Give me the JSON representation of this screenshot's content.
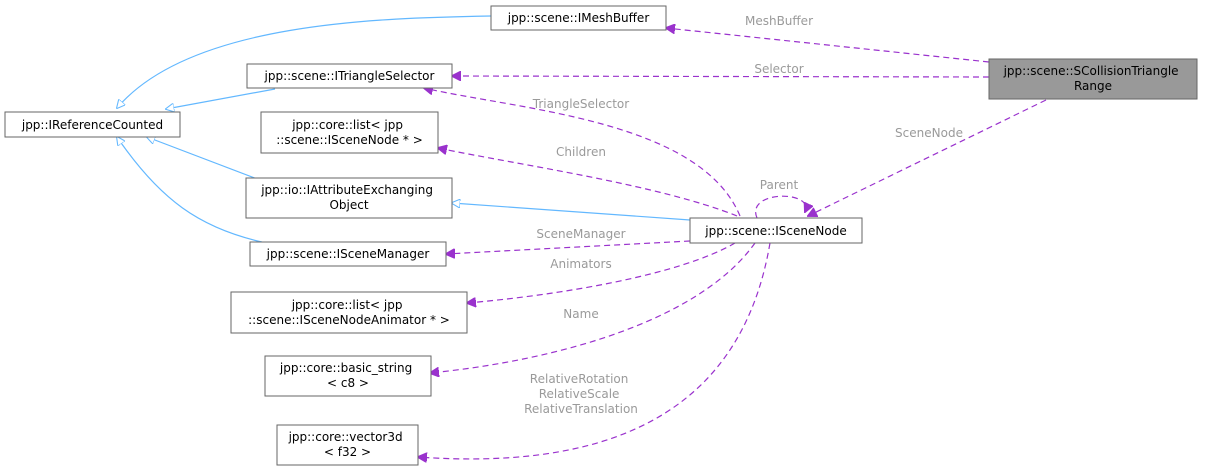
{
  "nodes": {
    "imeshbuffer": [
      "jpp::scene::IMeshBuffer"
    ],
    "itriangleselector": [
      "jpp::scene::ITriangleSelector"
    ],
    "ireferencecounted": [
      "jpp::IReferenceCounted"
    ],
    "list_iscenenode": [
      "jpp::core::list< jpp",
      "::scene::ISceneNode * >"
    ],
    "iattributeexchanging": [
      "jpp::io::IAttributeExchanging",
      "Object"
    ],
    "iscenemanager": [
      "jpp::scene::ISceneManager"
    ],
    "list_animator": [
      "jpp::core::list< jpp",
      "::scene::ISceneNodeAnimator * >"
    ],
    "basic_string": [
      "jpp::core::basic_string",
      "< c8 >"
    ],
    "vector3d": [
      "jpp::core::vector3d",
      "< f32 >"
    ],
    "iscenenode": [
      "jpp::scene::ISceneNode"
    ],
    "scollision": [
      "jpp::scene::SCollisionTriangle",
      "Range"
    ]
  },
  "edge_labels": {
    "meshbuffer": [
      "MeshBuffer"
    ],
    "selector": [
      "Selector"
    ],
    "triangleselector": [
      "TriangleSelector"
    ],
    "children": [
      "Children"
    ],
    "parent": [
      "Parent"
    ],
    "scenenode": [
      "SceneNode"
    ],
    "scenemanager": [
      "SceneManager"
    ],
    "animators": [
      "Animators"
    ],
    "name": [
      "Name"
    ],
    "relative": [
      "RelativeRotation",
      "RelativeScale",
      "RelativeTranslation"
    ]
  },
  "colors": {
    "inheritance_edge": "#63b8ff",
    "association_edge": "#9a32cd",
    "focus_node_fill": "#999999",
    "edge_label_text": "#9a9a9a"
  }
}
